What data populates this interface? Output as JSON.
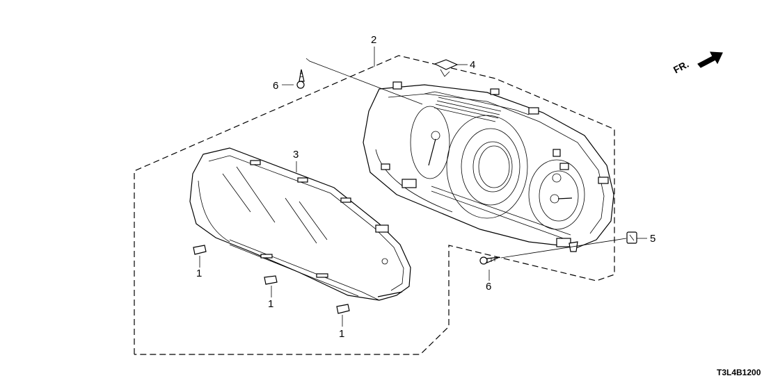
{
  "diagram": {
    "callouts": {
      "c1a": "1",
      "c1b": "1",
      "c1c": "1",
      "c2": "2",
      "c3": "3",
      "c4": "4",
      "c5": "5",
      "c6a": "6",
      "c6b": "6"
    },
    "direction_label": "FR.",
    "diagram_code": "T3L4B1200"
  }
}
